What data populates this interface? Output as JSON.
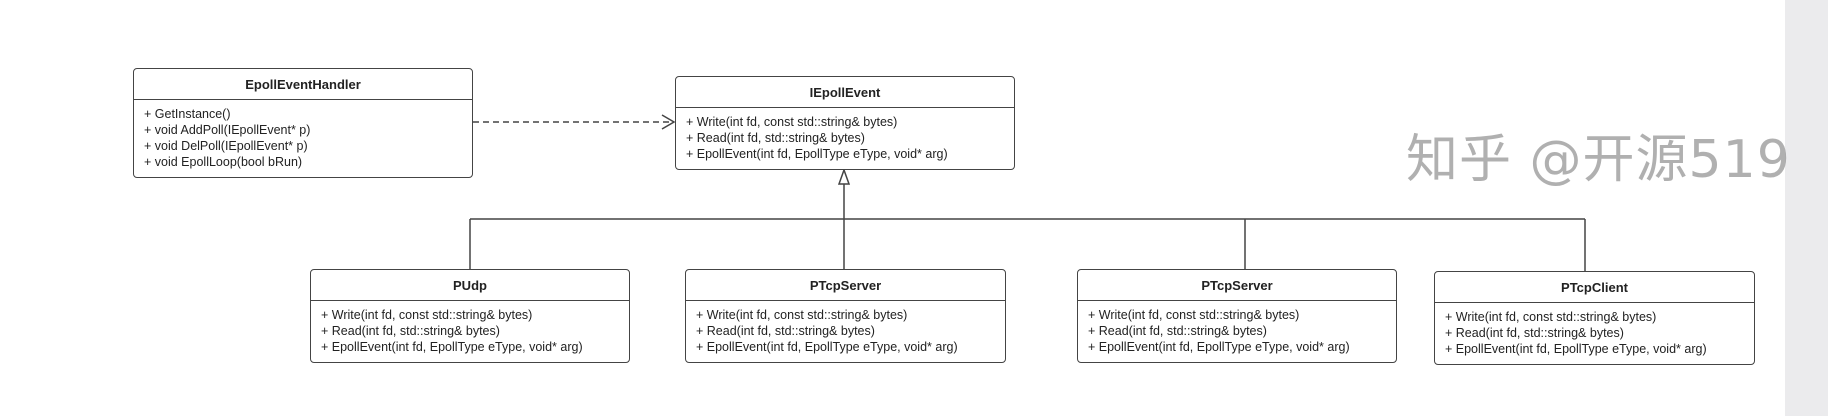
{
  "classes": {
    "handler": {
      "name": "EpollEventHandler",
      "ops": [
        "+ GetInstance()",
        "+ void AddPoll(IEpollEvent* p)",
        "+ void DelPoll(IEpollEvent* p)",
        "+ void EpollLoop(bool bRun)"
      ]
    },
    "iface": {
      "name": "IEpollEvent",
      "ops": [
        "+ Write(int fd, const std::string& bytes)",
        "+ Read(int fd, std::string& bytes)",
        "+ EpollEvent(int fd, EpollType eType, void* arg)"
      ]
    },
    "pudp": {
      "name": "PUdp",
      "ops": [
        "+ Write(int fd, const std::string& bytes)",
        "+ Read(int fd, std::string& bytes)",
        "+ EpollEvent(int fd, EpollType eType, void* arg)"
      ]
    },
    "ptcpserver1": {
      "name": "PTcpServer",
      "ops": [
        "+ Write(int fd, const std::string& bytes)",
        "+ Read(int fd, std::string& bytes)",
        "+ EpollEvent(int fd, EpollType eType, void* arg)"
      ]
    },
    "ptcpserver2": {
      "name": "PTcpServer",
      "ops": [
        "+ Write(int fd, const std::string& bytes)",
        "+ Read(int fd, std::string& bytes)",
        "+ EpollEvent(int fd, EpollType eType, void* arg)"
      ]
    },
    "ptcpclient": {
      "name": "PTcpClient",
      "ops": [
        "+ Write(int fd, const std::string& bytes)",
        "+ Read(int fd, std::string& bytes)",
        "+ EpollEvent(int fd, EpollType eType, void* arg)"
      ]
    }
  },
  "relations": [
    {
      "type": "dependency",
      "from": "EpollEventHandler",
      "to": "IEpollEvent"
    },
    {
      "type": "generalization",
      "from": "PUdp",
      "to": "IEpollEvent"
    },
    {
      "type": "generalization",
      "from": "PTcpServer",
      "to": "IEpollEvent"
    },
    {
      "type": "generalization",
      "from": "PTcpServer",
      "to": "IEpollEvent"
    },
    {
      "type": "generalization",
      "from": "PTcpClient",
      "to": "IEpollEvent"
    }
  ],
  "watermark": "知乎 @开源519"
}
